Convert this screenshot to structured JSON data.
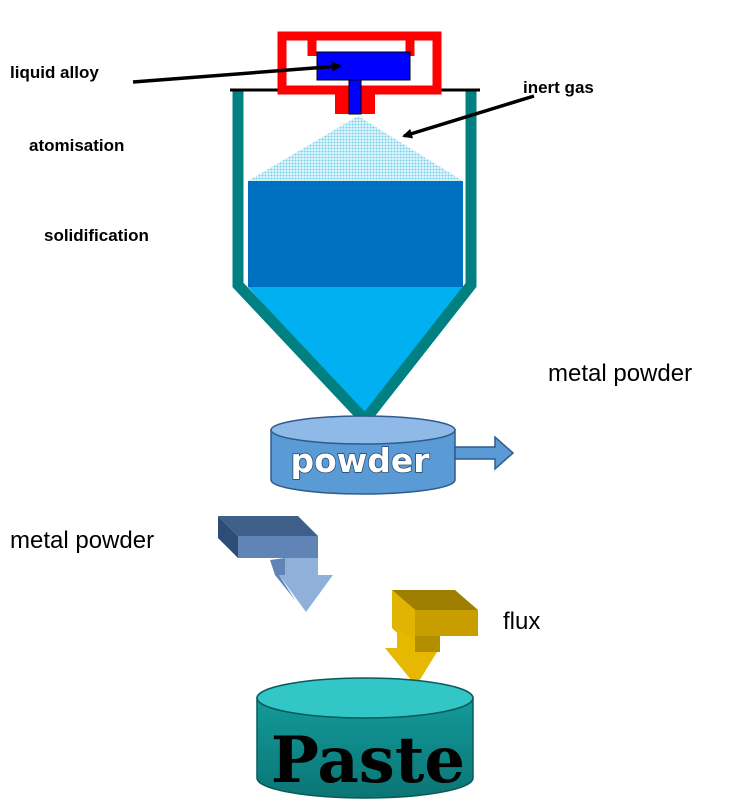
{
  "labels": {
    "liquid_alloy": "liquid alloy",
    "inert_gas": "inert gas",
    "atomisation": "atomisation",
    "solidification": "solidification",
    "metal_powder_right": "metal powder",
    "metal_powder_left": "metal powder",
    "flux": "flux"
  },
  "containers": {
    "powder": "powder",
    "paste": "Paste"
  },
  "colors": {
    "nozzle_frame": "#ff0000",
    "liquid_alloy": "#0000ff",
    "tower_wall": "#008080",
    "spray": "#9fdff0",
    "solidification_zone": "#0070c0",
    "cone": "#00b0f0",
    "powder_drum": "#5b9bd5",
    "metal_arrow": "#6f93c4",
    "flux_arrow": "#d4a800",
    "paste_drum": "#1aa5a5"
  }
}
